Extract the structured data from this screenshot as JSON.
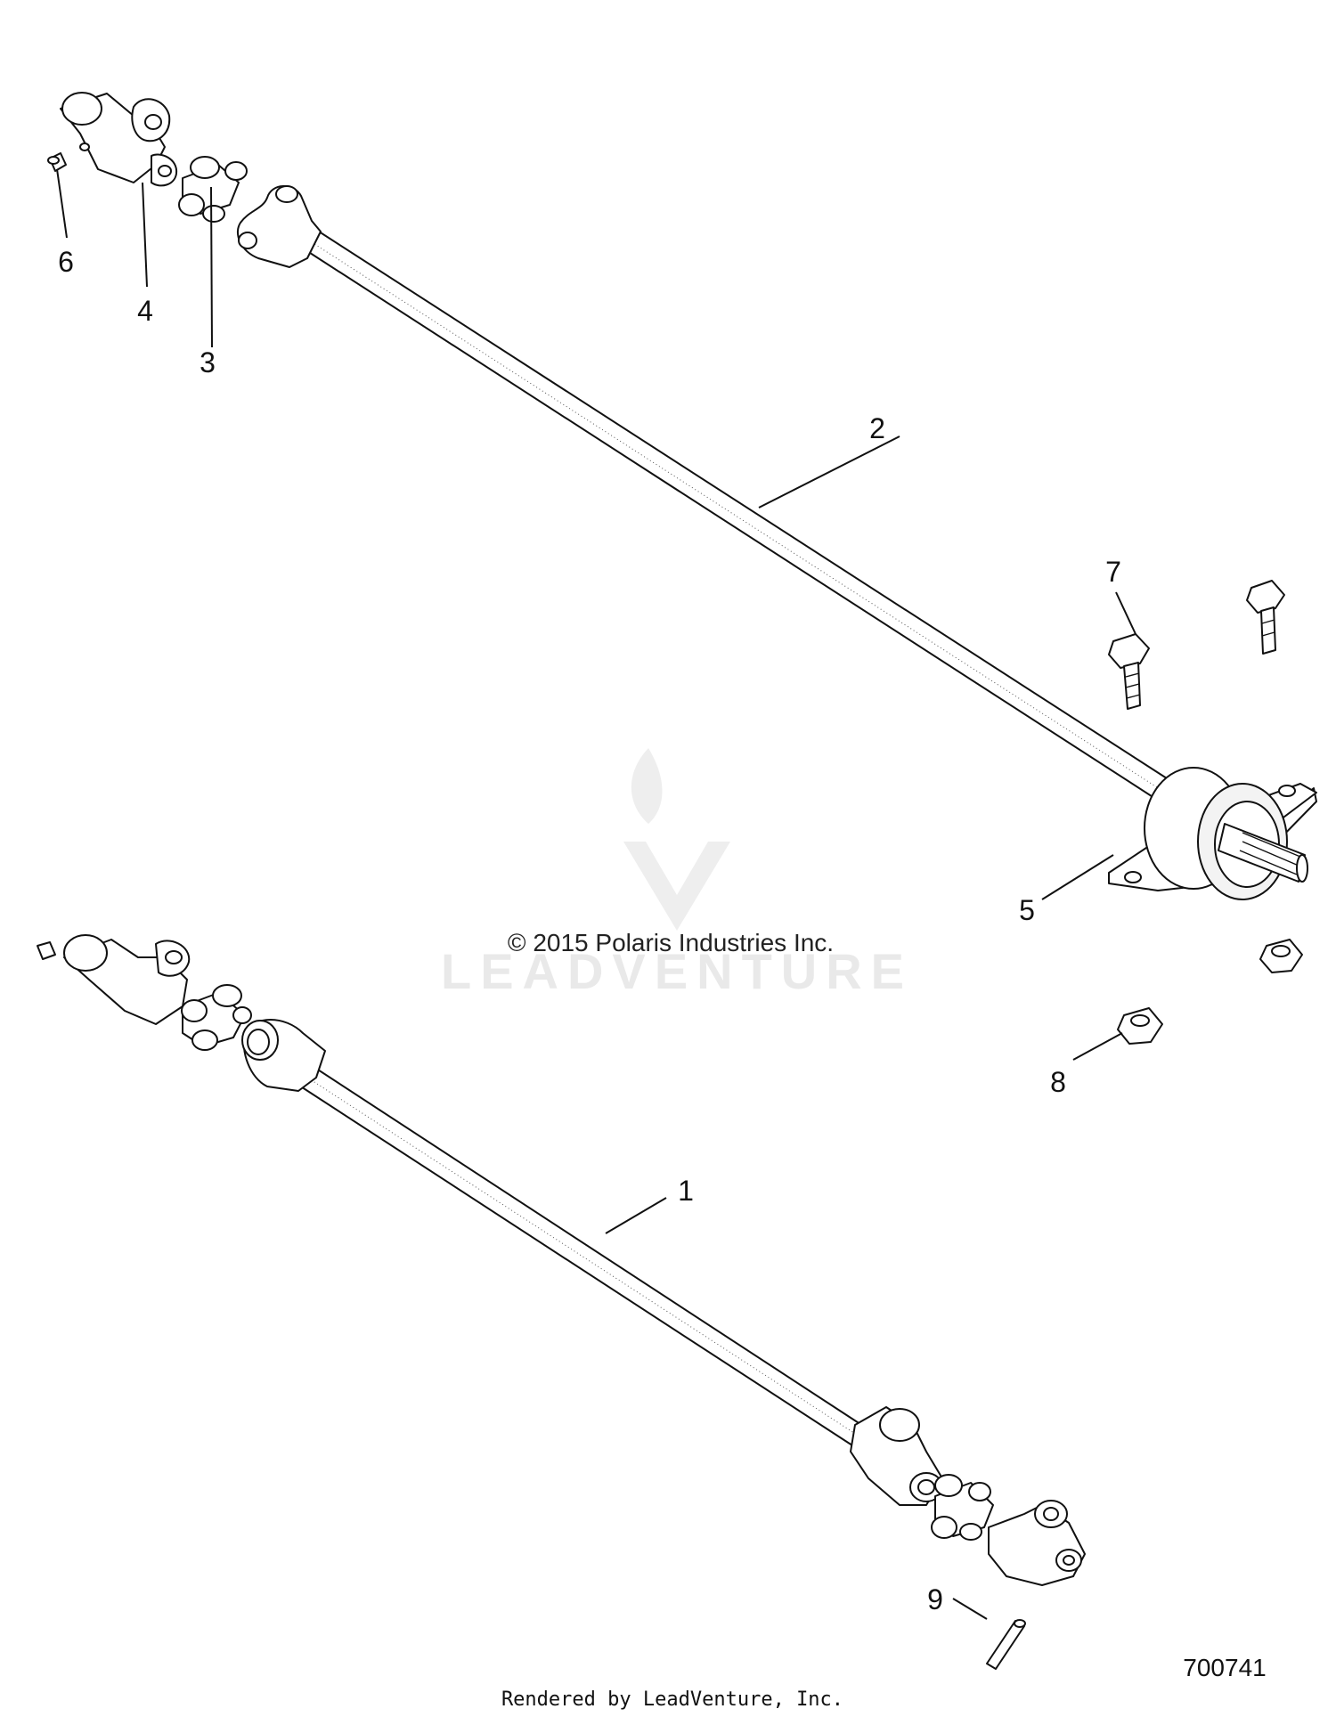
{
  "copyright": "© 2015 Polaris Industries Inc.",
  "watermark": "LEADVENTURE",
  "figure_id": "700741",
  "rendered_by": "Rendered by LeadVenture, Inc.",
  "callouts": {
    "c1": "1",
    "c2": "2",
    "c3": "3",
    "c4": "4",
    "c5": "5",
    "c6": "6",
    "c7": "7",
    "c8": "8",
    "c9": "9"
  },
  "colors": {
    "line": "#111111",
    "watermark": "#e9e9e9"
  },
  "icons": {
    "watermark_logo": "flame-v-logo-icon"
  }
}
